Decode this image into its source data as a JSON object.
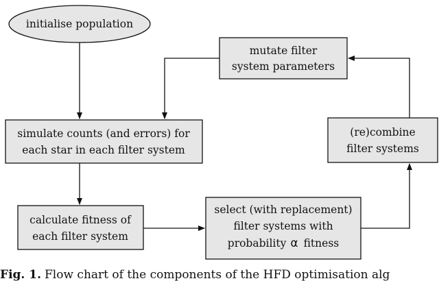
{
  "nodes": {
    "initialise": {
      "text": "initialise population"
    },
    "mutate": {
      "line1": "mutate filter",
      "line2": "system parameters"
    },
    "simulate": {
      "line1": "simulate counts (and errors) for",
      "line2": "each star in each filter system"
    },
    "recombine": {
      "line1": "(re)combine",
      "line2": "filter systems"
    },
    "fitness": {
      "line1": "calculate fitness of",
      "line2": "each filter system"
    },
    "select": {
      "line1": "select (with replacement)",
      "line2": "filter systems with",
      "line3a": "probability",
      "line3_symbol": "α",
      "line3b": "fitness"
    }
  },
  "caption": {
    "label": "Fig. 1.",
    "text": "Flow chart of the components of the HFD optimisation alg"
  },
  "colors": {
    "box_fill": "#e6e6e6",
    "ellipse_fill": "#e6e6e6",
    "stroke": "#111111"
  }
}
